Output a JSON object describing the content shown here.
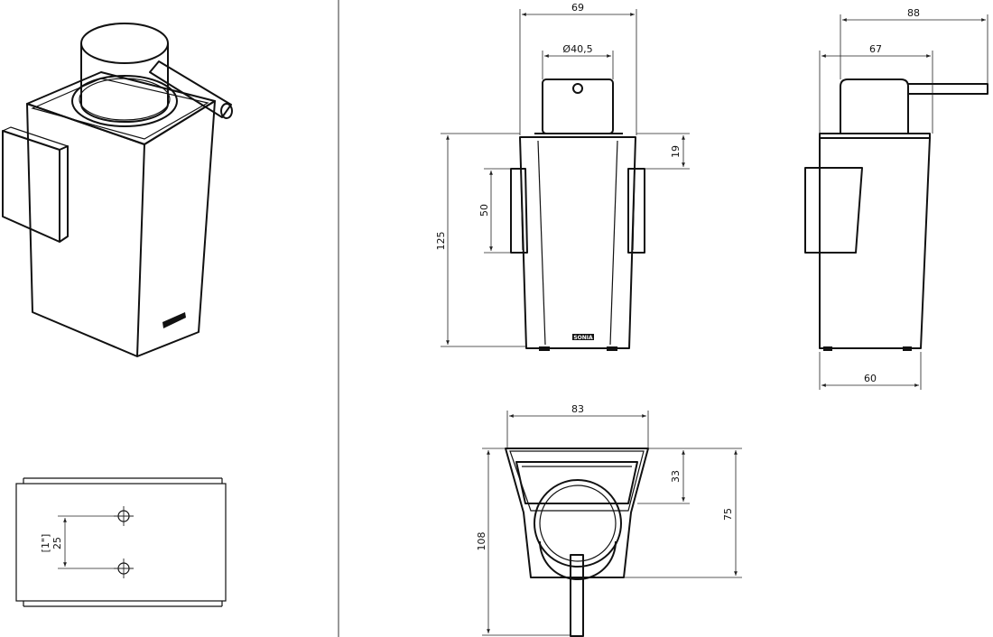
{
  "brand_label": "SONIA",
  "dimensions": {
    "front_width": "69",
    "pump_diameter": "Ø40,5",
    "side_total_width": "88",
    "side_body_width": "67",
    "height": "125",
    "top_to_bracket": "19",
    "bracket_height": "50",
    "side_base_width": "60",
    "top_width": "83",
    "top_bracket_depth": "33",
    "top_depth": "75",
    "top_total_depth": "108",
    "hole_spacing": "25",
    "hole_spacing_inch": "[1\"]"
  }
}
